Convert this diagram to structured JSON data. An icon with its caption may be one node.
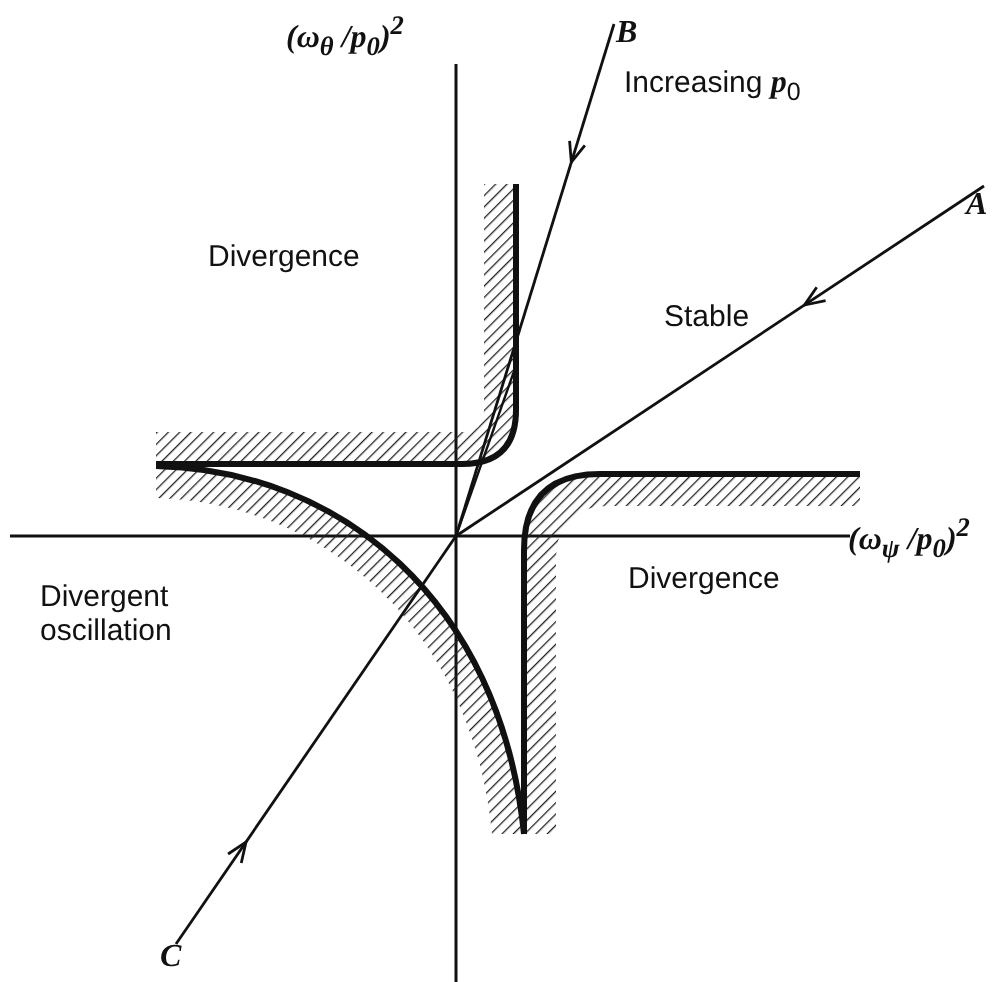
{
  "diagram": {
    "labels": [
      "(ω$_{θ}$ /p$_{0}$)$^{2}$",
      "B",
      "Increasing **p**$_{0}$",
      "A",
      "Divergence",
      "Stable",
      "(ω$_{ψ}$ /p$_{0}$)$^{2}$",
      "Divergent oscillation",
      "Divergence",
      "C"
    ]
  }
}
